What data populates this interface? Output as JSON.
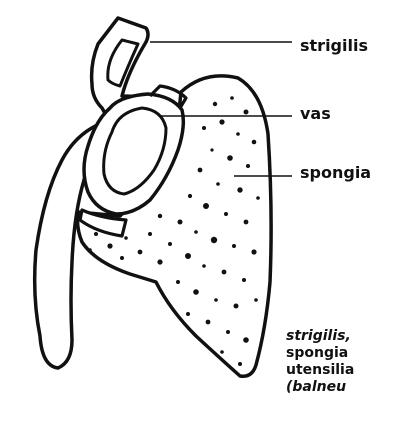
{
  "labels": {
    "strigilis": "strigilis",
    "vas": "vas",
    "spongia": "spongia"
  },
  "caption": {
    "line1": "strigilis,",
    "line2": "spongia",
    "line3": "utensilia",
    "line4": "(balneu"
  },
  "colors": {
    "ink": "#111111",
    "background": "#ffffff"
  }
}
